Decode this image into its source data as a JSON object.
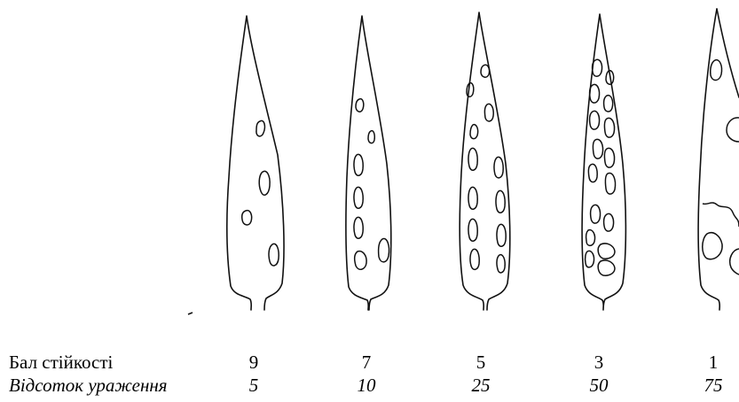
{
  "resistance_row": {
    "label": "Бал стійкості",
    "values": [
      "9",
      "7",
      "5",
      "3",
      "1"
    ]
  },
  "damage_row": {
    "label": "Відсоток ураження",
    "values": [
      "5",
      "10",
      "25",
      "50",
      "75"
    ]
  },
  "leaves": [
    {
      "resistance_score": "9",
      "damage_percent": "5"
    },
    {
      "resistance_score": "7",
      "damage_percent": "10"
    },
    {
      "resistance_score": "5",
      "damage_percent": "25"
    },
    {
      "resistance_score": "3",
      "damage_percent": "50"
    },
    {
      "resistance_score": "1",
      "damage_percent": "75"
    }
  ],
  "colors": {
    "stroke": "#111111",
    "background": "#ffffff",
    "text": "#000000"
  }
}
